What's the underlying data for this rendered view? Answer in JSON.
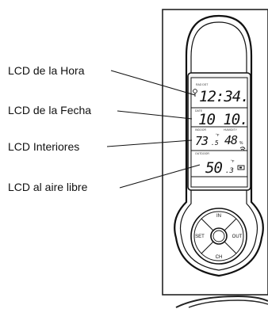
{
  "callouts": [
    {
      "id": "hora",
      "label": "LCD de la Hora"
    },
    {
      "id": "fecha",
      "label": "LCD de la Fecha"
    },
    {
      "id": "interiores",
      "label": "LCD Interiores"
    },
    {
      "id": "aire",
      "label": "LCD al aire libre"
    }
  ],
  "lcd": {
    "time": "12:34.",
    "date": "10 10.",
    "indoor_temp": "73",
    "indoor_temp_dec": ".5",
    "indoor_temp_unit": "°F",
    "indoor_humidity": "48",
    "indoor_humidity_unit": "%",
    "outdoor_temp": "50",
    "outdoor_temp_dec": ".3",
    "outdoor_temp_unit": "°F",
    "time_small_label": "RAD  DST",
    "date_small_label": "DATE",
    "indoor_small_label": "INDOOR",
    "humidity_small_label": "HUMIDITY",
    "outdoor_small_label": "OUTDOOR"
  },
  "buttons": {
    "in": "IN",
    "out": "OUT",
    "set": "SET",
    "ch": "CH"
  }
}
